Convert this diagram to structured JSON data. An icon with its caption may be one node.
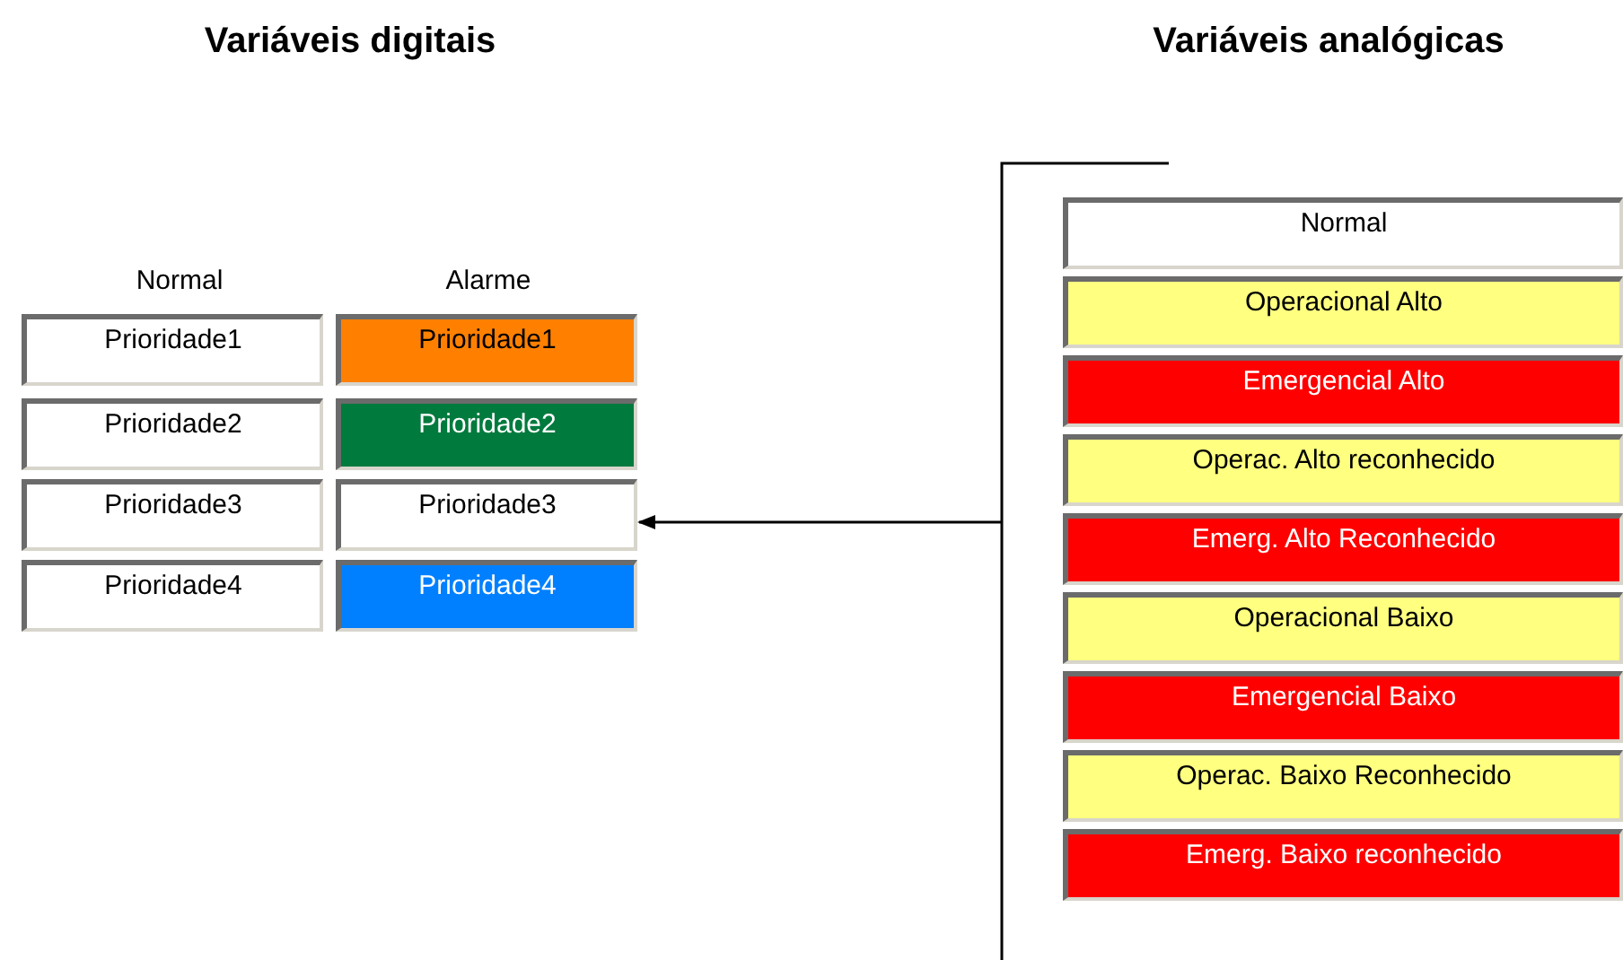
{
  "diagram": {
    "nodes": [
      {
        "text": [
          "Prioridade1"
        ]
      },
      {
        "text": [
          "Prioridade1"
        ]
      },
      {
        "text": [
          "Prioridade2"
        ]
      },
      {
        "text": [
          "Prioridade2"
        ]
      },
      {
        "text": [
          "Prioridade3"
        ]
      },
      {
        "text": [
          "Prioridade3"
        ]
      },
      {
        "text": [
          "Prioridade4"
        ]
      },
      {
        "text": [
          "Prioridade4"
        ]
      },
      {
        "text": [
          "Normal"
        ]
      },
      {
        "text": [
          "Operacional Alto"
        ]
      },
      {
        "text": [
          "Emergencial Alto"
        ]
      },
      {
        "text": [
          "Operac. Alto reconhecido"
        ]
      },
      {
        "text": [
          "Emerg. Alto Reconhecido"
        ]
      },
      {
        "text": [
          "Operacional Baixo"
        ]
      },
      {
        "text": [
          "Emergencial Baixo"
        ]
      },
      {
        "text": [
          "Operac. Baixo Reconhecido"
        ]
      },
      {
        "text": [
          "Emerg. Baixo reconhecido"
        ]
      }
    ],
    "edges": [
      {
        "from": null,
        "to": 5,
        "arrow": "to"
      }
    ],
    "labels": [
      "Variáveis digitais",
      "Variáveis analógicas",
      "Normal",
      "Alarme"
    ]
  }
}
